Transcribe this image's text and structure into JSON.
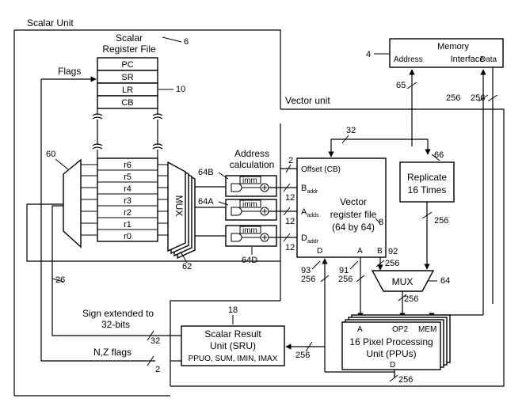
{
  "scalar_unit": {
    "title": "Scalar Unit"
  },
  "register_file": {
    "title_line1": "Scalar",
    "title_line2": "Register File",
    "ref": "6",
    "ref_special": "10",
    "special_regs": [
      "PC",
      "SR",
      "LR",
      "CB"
    ],
    "general_regs": [
      "r6",
      "r5",
      "r4",
      "r3",
      "r2",
      "r1",
      "r0"
    ]
  },
  "flags_label": "Flags",
  "left_mux_ref": "60",
  "feedback_ref": "26",
  "mux": {
    "label": "MUX",
    "ref": "62"
  },
  "address_calc": {
    "title_line1": "Address",
    "title_line2": "calculation",
    "imm_label": "imm",
    "refs": [
      "64B",
      "64A",
      "64D"
    ]
  },
  "vector_unit": {
    "title": "Vector unit"
  },
  "vector_register_file": {
    "title_line1": "Vector",
    "title_line2": "register file",
    "title_line3": "(64 by 64)",
    "ref": "8",
    "ref_b": "92",
    "ref_a": "91",
    "ref_d": "93",
    "offset_label": "Offset (CB)",
    "port_b": "B",
    "port_a": "A",
    "port_d": "D",
    "sub_addr": "addr",
    "sub_adds": "adds",
    "port_d_label": "D",
    "port_a_label": "A",
    "port_b_label": "B"
  },
  "memory_interface": {
    "title": "Memory",
    "subtitle": "Interface",
    "address_label": "Address",
    "data_label": "Data",
    "ref": "4"
  },
  "replicate": {
    "line1": "Replicate",
    "line2": "16 Times",
    "ref": "66"
  },
  "vector_mux": {
    "label": "MUX",
    "ref": "64"
  },
  "ppu": {
    "line1": "16 Pixel Processing",
    "line2": "Unit (PPUs)",
    "port_a": "A",
    "port_op2": "OP2",
    "port_mem": "MEM",
    "port_d": "D"
  },
  "sru": {
    "ref": "18",
    "line1": "Scalar Result",
    "line2": "Unit (SRU)",
    "line3": "PPUO, SUM, IMIN, IMAX"
  },
  "sign_extend": {
    "line1": "Sign extended to",
    "line2": "32-bits"
  },
  "nz_flags": "N,Z flags",
  "bus_widths": {
    "offset": "2",
    "b_addr": "12",
    "a_adds": "12",
    "d_addr": "12",
    "top_bus": "32",
    "addr_bus": "65",
    "data_256a": "256",
    "data_256b": "256",
    "replicate_out": "256",
    "b_out": "256",
    "a_out": "256",
    "d_in": "256",
    "mux_out": "256",
    "ppu_d": "256",
    "sru_in": "256",
    "sru_32": "32",
    "sru_2": "2"
  }
}
